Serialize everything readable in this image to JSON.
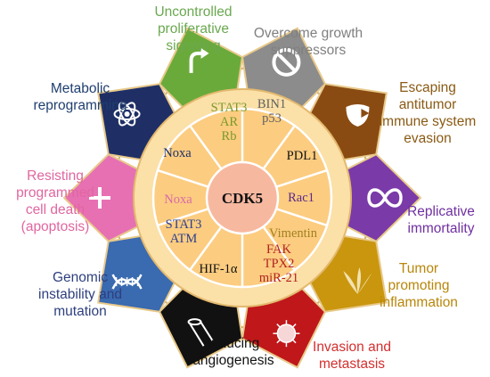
{
  "center_label": "CDK5",
  "hallmarks": [
    {
      "label": [
        "Uncontrolled",
        "proliferative",
        "signaling"
      ],
      "text_color": "#6aa84f",
      "tile_color": "#6aaa3a",
      "icon": "curved-arrow-icon"
    },
    {
      "label": [
        "Overcome growth",
        "suppressors"
      ],
      "text_color": "#808080",
      "tile_color": "#8c8c8c",
      "icon": "no-entry-icon"
    },
    {
      "label": [
        "Escaping",
        "antitumor",
        "immune system",
        "evasion"
      ],
      "text_color": "#8a5a14",
      "tile_color": "#8a4b12",
      "icon": "shield-pac-icon"
    },
    {
      "label": [
        "Replicative",
        "immortality"
      ],
      "text_color": "#7030a0",
      "tile_color": "#7a3aa8",
      "icon": "infinity-icon"
    },
    {
      "label": [
        "Tumor",
        "promoting",
        "inflammation"
      ],
      "text_color": "#b8860b",
      "tile_color": "#c9960e",
      "icon": "flame-leaves-icon"
    },
    {
      "label": [
        "Invasion and",
        "metastasis"
      ],
      "text_color": "#d32f2f",
      "tile_color": "#c0171a",
      "icon": "tumor-cell-icon"
    },
    {
      "label": [
        "Inducing",
        "angiogenesis"
      ],
      "text_color": "#111111",
      "tile_color": "#111111",
      "icon": "blood-vessel-icon"
    },
    {
      "label": [
        "Genomic",
        "instability and",
        "mutation"
      ],
      "text_color": "#2e3f7f",
      "tile_color": "#3a6ab0",
      "icon": "dna-helix-icon"
    },
    {
      "label": [
        "Resisting",
        "programmed",
        "cell death",
        "(apoptosis)"
      ],
      "text_color": "#e066a0",
      "tile_color": "#e770b3",
      "icon": "cross-icon"
    },
    {
      "label": [
        "Metabolic",
        "reprogramming"
      ],
      "text_color": "#1f3f6f",
      "tile_color": "#1f2f66",
      "icon": "atom-icon"
    }
  ],
  "segments": [
    {
      "lines": [
        "STAT3",
        "AR",
        "Rb"
      ],
      "color": "#7a9a2a"
    },
    {
      "lines": [
        "BIN1",
        "p53"
      ],
      "color": "#606060"
    },
    {
      "lines": [
        "PDL1"
      ],
      "color": "#111111"
    },
    {
      "lines": [
        "Rac1"
      ],
      "color": "#5a2a8a"
    },
    {
      "lines": [
        "Vimentin"
      ],
      "color": "#a08020"
    },
    {
      "lines": [
        "FAK",
        "TPX2",
        "miR-21"
      ],
      "color": "#b22222"
    },
    {
      "lines": [
        "HIF-1α"
      ],
      "color": "#111111"
    },
    {
      "lines": [
        "STAT3",
        "ATM"
      ],
      "color": "#2e3f8f"
    },
    {
      "lines": [
        "Noxa"
      ],
      "color": "#d96aa8"
    },
    {
      "lines": [
        "Noxa"
      ],
      "color": "#1f2f66"
    }
  ]
}
